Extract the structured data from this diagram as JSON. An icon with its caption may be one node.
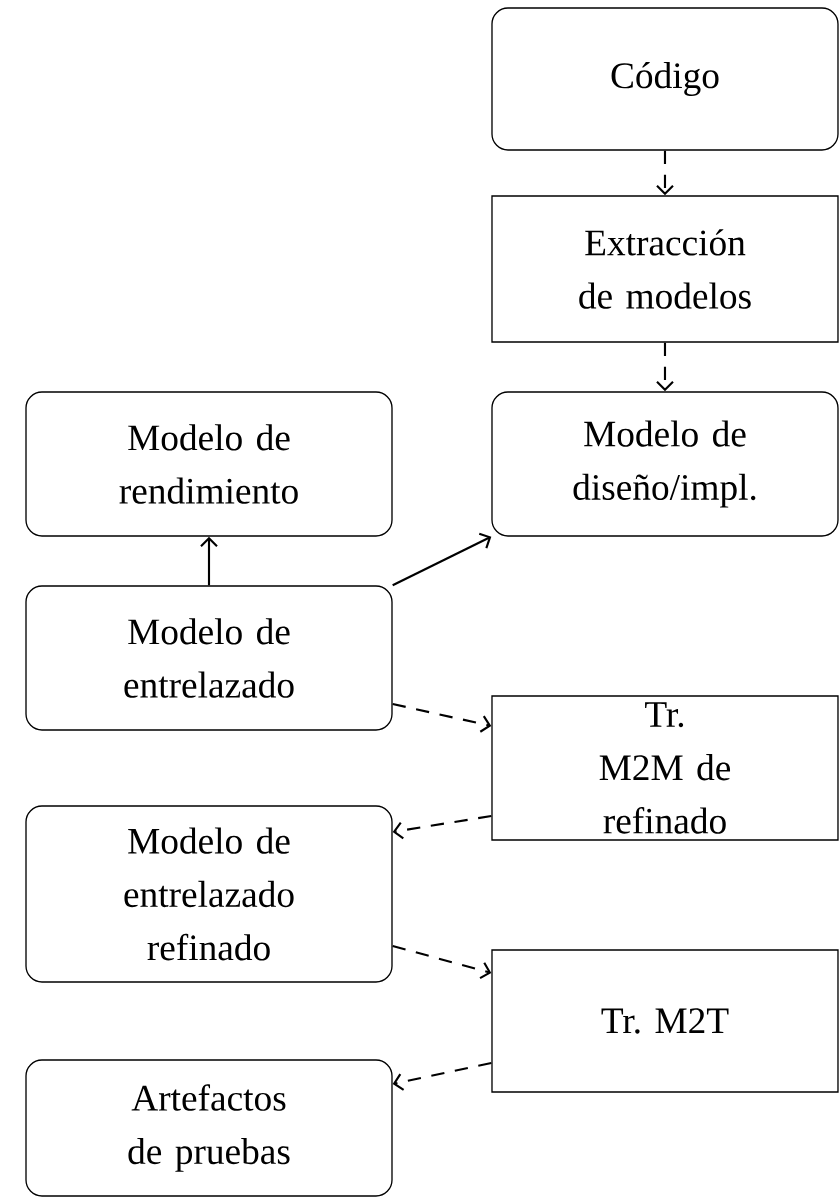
{
  "diagram": {
    "nodes": [
      {
        "text": [
          "Código"
        ]
      },
      {
        "text": [
          "Extracción de modelos"
        ]
      },
      {
        "text": [
          "Modelo de diseño/impl."
        ]
      },
      {
        "text": [
          "Modelo de rendimiento"
        ]
      },
      {
        "text": [
          "Modelo de entrelazado"
        ]
      },
      {
        "text": [
          "Tr. M2M de refinado"
        ]
      },
      {
        "text": [
          "Modelo de entrelazado refinado"
        ]
      },
      {
        "text": [
          "Tr. M2T"
        ]
      },
      {
        "text": [
          "Artefactos de pruebas"
        ]
      }
    ],
    "edges": [
      {
        "from": 0,
        "to": 1,
        "arrow": "to",
        "style": "dashed"
      },
      {
        "from": 1,
        "to": 2,
        "arrow": "to",
        "style": "dashed"
      },
      {
        "from": 4,
        "to": 3,
        "arrow": "to"
      },
      {
        "from": 4,
        "to": 2,
        "arrow": "to"
      },
      {
        "from": 4,
        "to": 5,
        "arrow": "to",
        "style": "dashed"
      },
      {
        "from": 5,
        "to": 6,
        "arrow": "to",
        "style": "dashed"
      },
      {
        "from": 6,
        "to": 7,
        "arrow": "to",
        "style": "dashed"
      },
      {
        "from": 7,
        "to": 8,
        "arrow": "to",
        "style": "dashed"
      }
    ]
  }
}
